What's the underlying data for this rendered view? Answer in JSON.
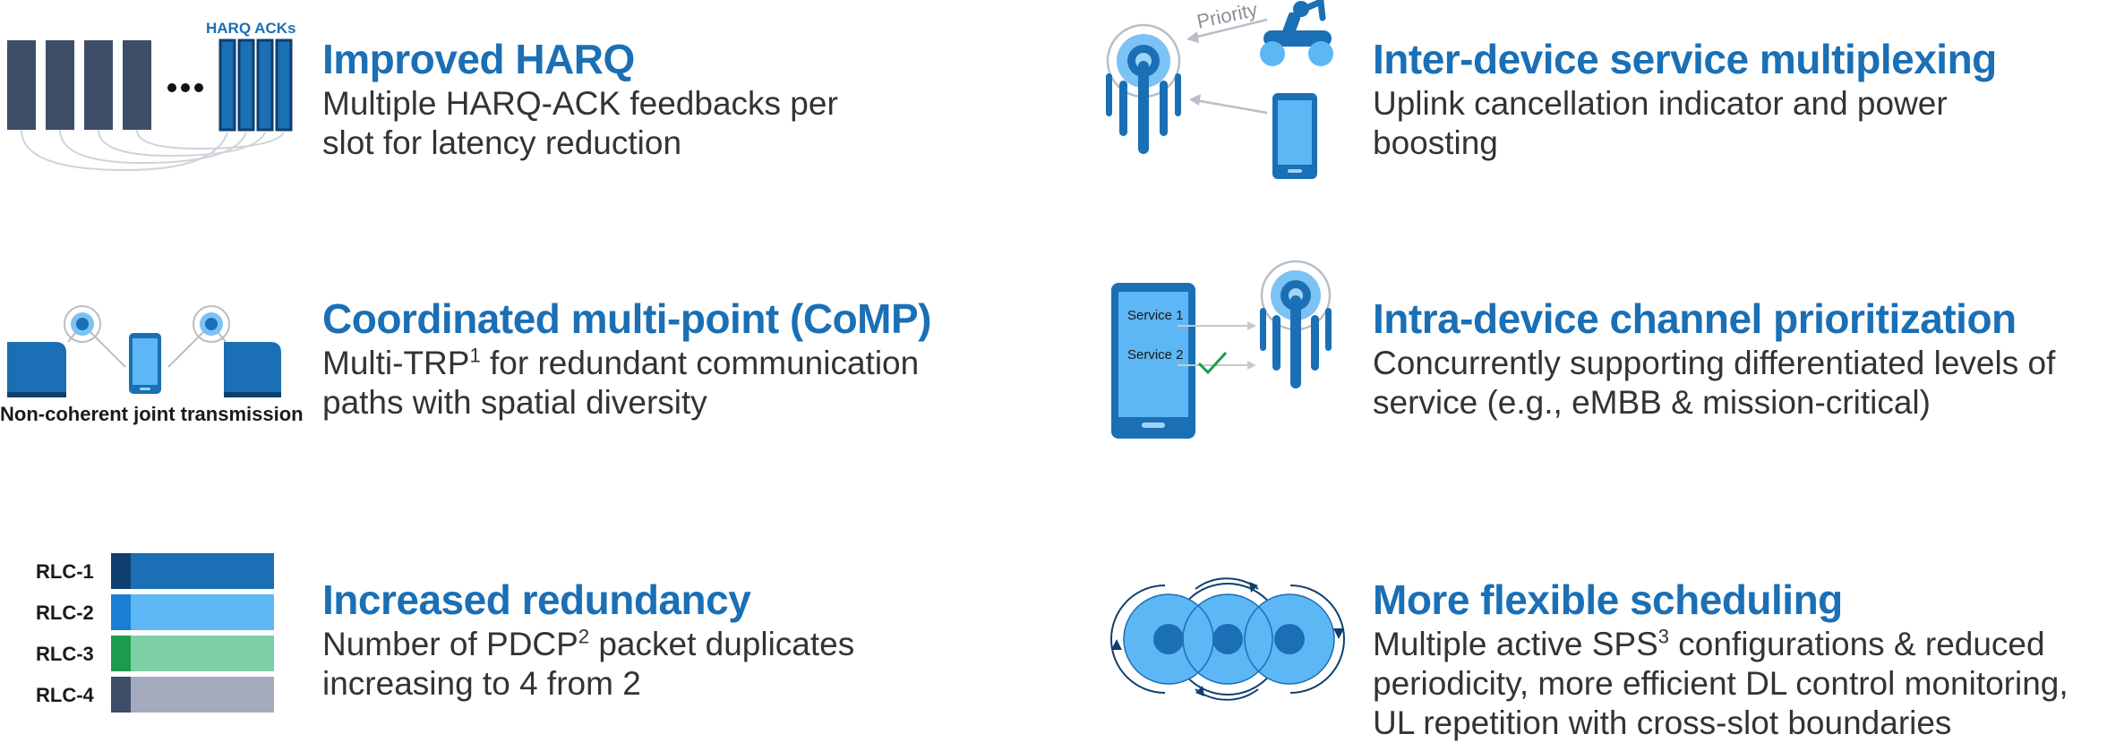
{
  "colors": {
    "accent": "#1a6fb5",
    "dark_slot": "#3e4d68",
    "light_blue": "#5cb7f4",
    "text": "#333333"
  },
  "features": [
    {
      "title": "Improved HARQ",
      "desc": "Multiple HARQ-ACK feedbacks per slot for latency reduction",
      "icon": "harq-slots-icon",
      "icon_label": "HARQ ACKs"
    },
    {
      "title": "Inter-device service multiplexing",
      "desc": "Uplink cancellation indicator and power boosting",
      "icon": "antenna-priority-icon",
      "icon_label": "Priority"
    },
    {
      "title": "Coordinated multi-point (CoMP)",
      "desc_pre": "Multi-TRP",
      "desc_sup": "1",
      "desc_post": " for redundant communication paths with spatial diversity",
      "icon": "comp-transmission-icon",
      "icon_label": "Non-coherent joint transmission"
    },
    {
      "title": "Intra-device channel prioritization",
      "desc": "Concurrently supporting differentiated levels of service (e.g., eMBB & mission-critical)",
      "icon": "phone-services-icon",
      "service_labels": [
        "Service 1",
        "Service 2"
      ]
    },
    {
      "title": "Increased redundancy",
      "desc_pre": "Number of PDCP",
      "desc_sup": "2",
      "desc_post": " packet duplicates increasing to 4 from 2",
      "icon": "rlc-bars-icon",
      "rlc": [
        {
          "label": "RLC-1",
          "tab": "#0f3f6e",
          "bar": "#1a6fb5"
        },
        {
          "label": "RLC-2",
          "tab": "#1a7fd4",
          "bar": "#5cb7f4"
        },
        {
          "label": "RLC-3",
          "tab": "#1b9c4d",
          "bar": "#7fcfa6"
        },
        {
          "label": "RLC-4",
          "tab": "#3e4d68",
          "bar": "#a3abbd"
        }
      ]
    },
    {
      "title": "More flexible scheduling",
      "desc_pre": "Multiple active SPS",
      "desc_sup": "3",
      "desc_post": " configurations & reduced periodicity, more efficient DL control monitoring, UL repetition with cross-slot boundaries",
      "icon": "scheduling-circles-icon"
    }
  ]
}
